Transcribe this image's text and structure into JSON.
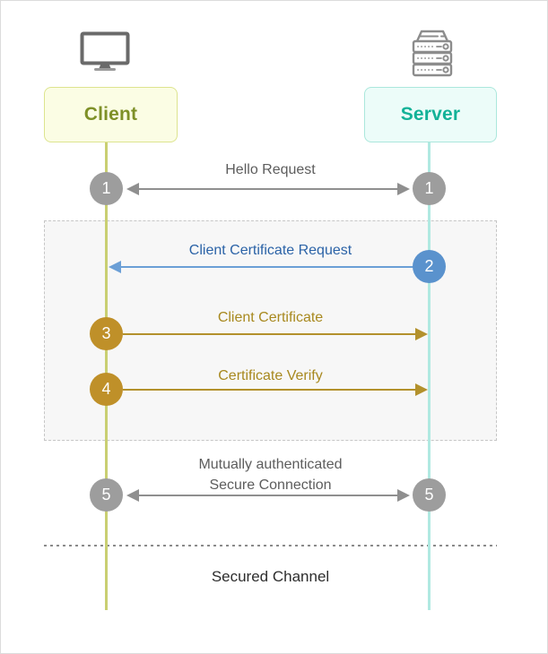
{
  "actors": {
    "client": {
      "label": "Client",
      "icon": "monitor-icon"
    },
    "server": {
      "label": "Server",
      "icon": "server-icon"
    }
  },
  "messages": [
    {
      "step": "1",
      "label": "Hello Request",
      "direction": "bidirectional",
      "color": "gray"
    },
    {
      "step": "2",
      "label": "Client Certificate Request",
      "direction": "server-to-client",
      "color": "blue"
    },
    {
      "step": "3",
      "label": "Client Certificate",
      "direction": "client-to-server",
      "color": "gold"
    },
    {
      "step": "4",
      "label": "Certificate Verify",
      "direction": "client-to-server",
      "color": "gold"
    },
    {
      "step": "5",
      "label_line1": "Mutually authenticated",
      "label_line2": "Secure Connection",
      "direction": "bidirectional",
      "color": "gray"
    }
  ],
  "footer": {
    "secured_channel_label": "Secured Channel"
  },
  "colors": {
    "client_accent": "#7e9027",
    "client_box_bg": "#fbfde4",
    "client_box_border": "#dde48f",
    "client_lifeline": "#c9cf72",
    "server_accent": "#13b298",
    "server_box_bg": "#ecfcf9",
    "server_box_border": "#abe7dc",
    "server_lifeline": "#b0e9e1",
    "gray_step": "#9d9d9d",
    "gray_arrow": "#8f8f8f",
    "gray_text": "#5d5d5d",
    "blue_step": "#5a92cd",
    "blue_arrow": "#6b9fd6",
    "blue_text": "#2b63a7",
    "gold_step": "#bf9029",
    "gold_arrow": "#b3912c",
    "gold_text": "#a8891f"
  }
}
